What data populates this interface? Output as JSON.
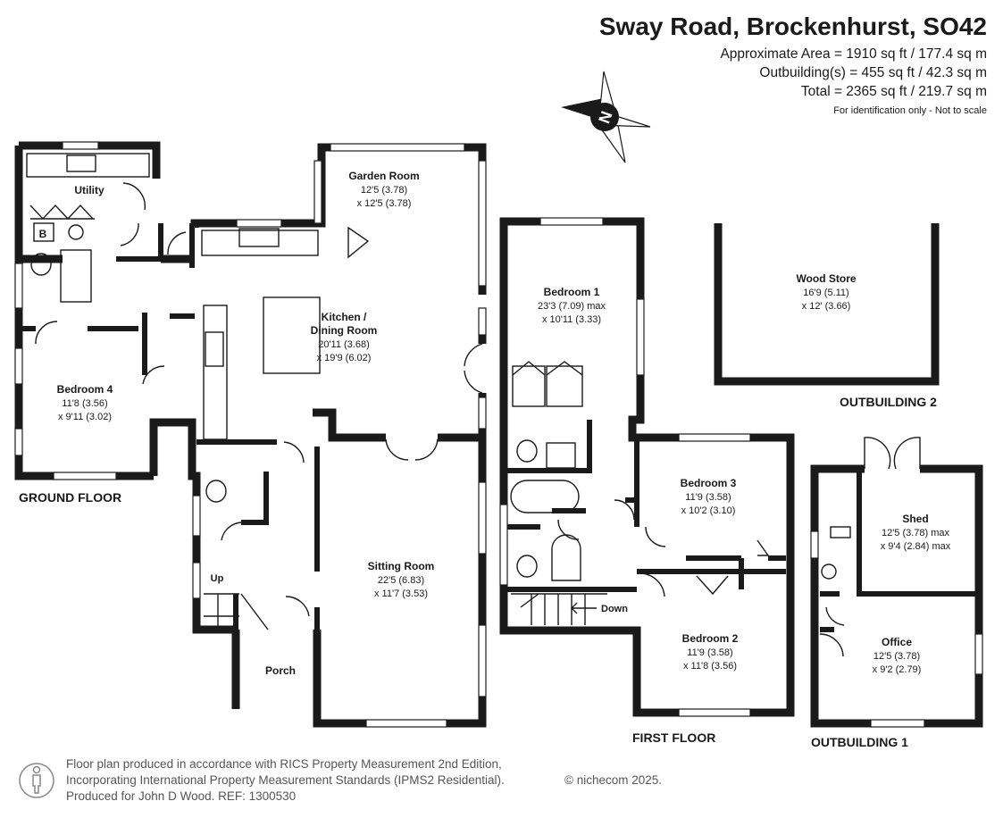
{
  "header": {
    "title": "Sway Road, Brockenhurst, SO42",
    "approx_area": "Approximate Area = 1910 sq ft / 177.4 sq m",
    "outbuildings": "Outbuilding(s) = 455 sq ft / 42.3 sq m",
    "total": "Total = 2365 sq ft / 219.7 sq m",
    "disclaimer": "For identification only - Not to scale"
  },
  "compass": {
    "letter": "N"
  },
  "floors": {
    "ground": "GROUND FLOOR",
    "first": "FIRST FLOOR",
    "outbuilding1": "OUTBUILDING 1",
    "outbuilding2": "OUTBUILDING 2"
  },
  "rooms": {
    "utility": {
      "name": "Utility"
    },
    "garden_room": {
      "name": "Garden Room",
      "d1": "12'5 (3.78)",
      "d2": "x 12'5 (3.78)"
    },
    "kitchen": {
      "name1": "Kitchen /",
      "name2": "Dining Room",
      "d1": "20'11 (3.68)",
      "d2": "x 19'9 (6.02)"
    },
    "bedroom4": {
      "name": "Bedroom 4",
      "d1": "11'8 (3.56)",
      "d2": "x 9'11 (3.02)"
    },
    "sitting_room": {
      "name": "Sitting Room",
      "d1": "22'5 (6.83)",
      "d2": "x 11'7 (3.53)"
    },
    "porch": {
      "name": "Porch"
    },
    "bedroom1": {
      "name": "Bedroom 1",
      "d1": "23'3 (7.09) max",
      "d2": "x 10'11 (3.33)"
    },
    "bedroom3": {
      "name": "Bedroom 3",
      "d1": "11'9 (3.58)",
      "d2": "x 10'2 (3.10)"
    },
    "bedroom2": {
      "name": "Bedroom 2",
      "d1": "11'9 (3.58)",
      "d2": "x 11'8 (3.56)"
    },
    "wood_store": {
      "name": "Wood Store",
      "d1": "16'9 (5.11)",
      "d2": "x 12' (3.66)"
    },
    "shed": {
      "name": "Shed",
      "d1": "12'5 (3.78) max",
      "d2": "x 9'4 (2.84) max"
    },
    "office": {
      "name": "Office",
      "d1": "12'5 (3.78)",
      "d2": "x 9'2 (2.79)"
    }
  },
  "labels": {
    "boiler": "B",
    "up": "Up",
    "down": "Down"
  },
  "footer": {
    "line1": "Floor plan produced in accordance with RICS Property Measurement 2nd Edition,",
    "line2": "Incorporating International Property Measurement Standards (IPMS2 Residential).",
    "line3": "Produced for John D Wood.   REF: 1300530",
    "copyright": "© nichecom 2025."
  }
}
